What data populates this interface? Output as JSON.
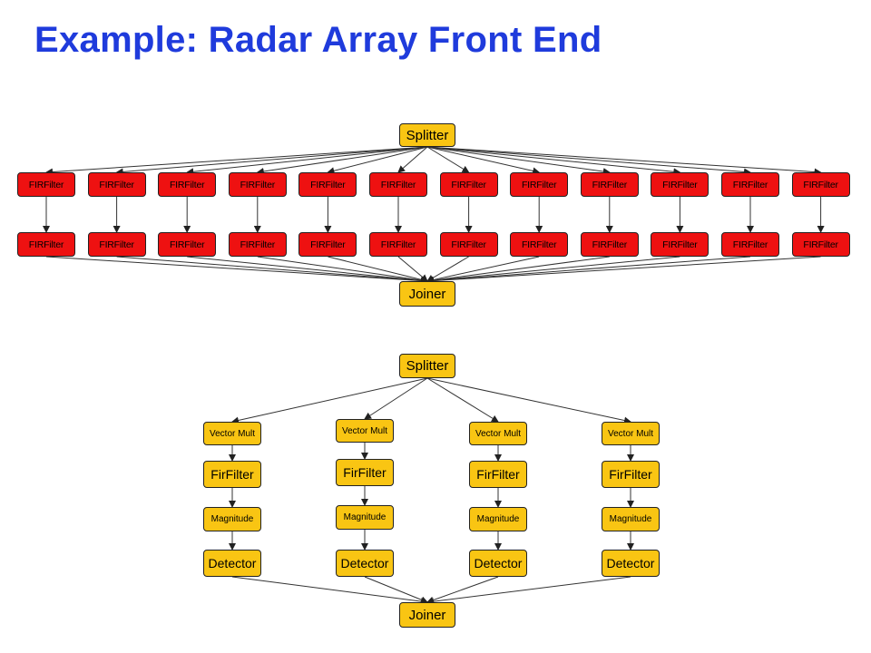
{
  "title": {
    "text": "Example: Radar Array Front End",
    "color": "#1f3bdc"
  },
  "colors": {
    "red_node": "#ee1111",
    "yellow_node": "#f9c513",
    "edge": "#333333"
  },
  "stage1": {
    "splitter": "Splitter",
    "fir_row1": [
      "FIRFilter",
      "FIRFilter",
      "FIRFilter",
      "FIRFilter",
      "FIRFilter",
      "FIRFilter",
      "FIRFilter",
      "FIRFilter",
      "FIRFilter",
      "FIRFilter",
      "FIRFilter",
      "FIRFilter"
    ],
    "fir_row2": [
      "FIRFilter",
      "FIRFilter",
      "FIRFilter",
      "FIRFilter",
      "FIRFilter",
      "FIRFilter",
      "FIRFilter",
      "FIRFilter",
      "FIRFilter",
      "FIRFilter",
      "FIRFilter",
      "FIRFilter"
    ],
    "joiner": "Joiner"
  },
  "stage2": {
    "splitter": "Splitter",
    "branches": [
      {
        "vector_mult": "Vector Mult",
        "fir_filter": "FirFilter",
        "magnitude": "Magnitude",
        "detector": "Detector"
      },
      {
        "vector_mult": "Vector Mult",
        "fir_filter": "FirFilter",
        "magnitude": "Magnitude",
        "detector": "Detector"
      },
      {
        "vector_mult": "Vector Mult",
        "fir_filter": "FirFilter",
        "magnitude": "Magnitude",
        "detector": "Detector"
      },
      {
        "vector_mult": "Vector Mult",
        "fir_filter": "FirFilter",
        "magnitude": "Magnitude",
        "detector": "Detector"
      }
    ],
    "joiner": "Joiner"
  }
}
